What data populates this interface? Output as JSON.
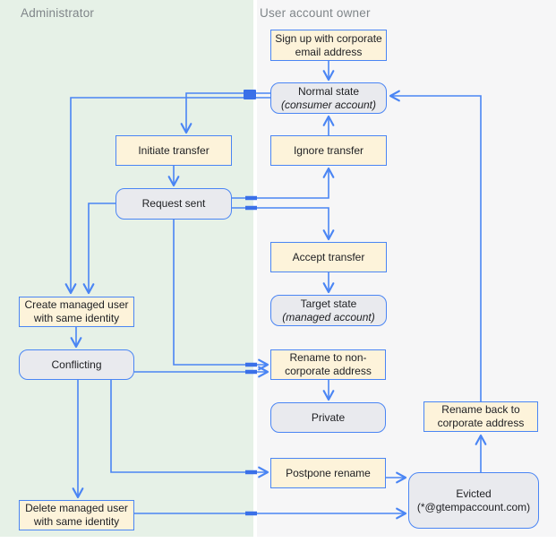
{
  "lanes": {
    "left": {
      "title": "Administrator"
    },
    "right": {
      "title": "User account owner"
    }
  },
  "colors": {
    "accent_blue": "#4a85f4",
    "jump_blue": "#3a70e8",
    "action_fill": "#fdf3da",
    "state_fill": "#e9eaee",
    "lane_left_bg": "#e6f1e7",
    "lane_right_bg": "#f6f6f7",
    "text": "#202124",
    "lane_title_text": "#7f8589"
  },
  "nodes": {
    "signup": {
      "line1": "Sign up with corporate",
      "line2": "email address",
      "kind": "action"
    },
    "normal": {
      "line1": "Normal state",
      "line2": "(consumer account)",
      "kind": "state"
    },
    "initiate": {
      "line1": "Initiate transfer",
      "kind": "action"
    },
    "ignore": {
      "line1": "Ignore transfer",
      "kind": "action"
    },
    "request": {
      "line1": "Request sent",
      "kind": "state"
    },
    "accept": {
      "line1": "Accept transfer",
      "kind": "action"
    },
    "target": {
      "line1": "Target state",
      "line2": "(managed account)",
      "kind": "state"
    },
    "create_managed": {
      "line1": "Create managed user",
      "line2": "with same identity",
      "kind": "action"
    },
    "conflicting": {
      "line1": "Conflicting",
      "kind": "state"
    },
    "rename_noncorp": {
      "line1": "Rename to non-",
      "line2": "corporate address",
      "kind": "action"
    },
    "private": {
      "line1": "Private",
      "kind": "state"
    },
    "rename_back": {
      "line1": "Rename back to",
      "line2": "corporate address",
      "kind": "action"
    },
    "postpone": {
      "line1": "Postpone rename",
      "kind": "action"
    },
    "evicted": {
      "line1": "Evicted",
      "line2": "(*@gtempaccount.com)",
      "kind": "state"
    },
    "delete_managed": {
      "line1": "Delete managed user",
      "line2": "with same identity",
      "kind": "action"
    }
  },
  "diagram": {
    "type": "flowchart",
    "edges": [
      {
        "from": "signup",
        "to": "normal"
      },
      {
        "from": "normal",
        "to": "initiate"
      },
      {
        "from": "normal",
        "to": "create_managed"
      },
      {
        "from": "initiate",
        "to": "request"
      },
      {
        "from": "request",
        "to": "ignore"
      },
      {
        "from": "ignore",
        "to": "normal"
      },
      {
        "from": "request",
        "to": "accept"
      },
      {
        "from": "accept",
        "to": "target"
      },
      {
        "from": "request",
        "to": "create_managed"
      },
      {
        "from": "create_managed",
        "to": "conflicting"
      },
      {
        "from": "request",
        "to": "rename_noncorp"
      },
      {
        "from": "conflicting",
        "to": "rename_noncorp"
      },
      {
        "from": "rename_noncorp",
        "to": "private"
      },
      {
        "from": "conflicting",
        "to": "postpone"
      },
      {
        "from": "conflicting",
        "to": "delete_managed"
      },
      {
        "from": "postpone",
        "to": "evicted"
      },
      {
        "from": "delete_managed",
        "to": "evicted"
      },
      {
        "from": "evicted",
        "to": "rename_back"
      },
      {
        "from": "rename_back",
        "to": "normal"
      }
    ]
  }
}
